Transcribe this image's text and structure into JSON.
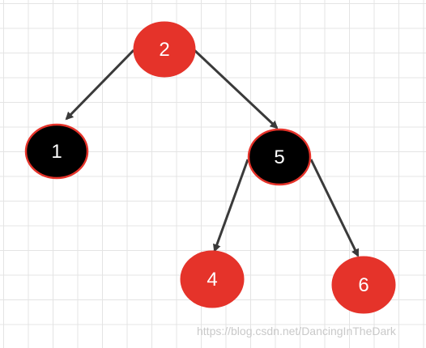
{
  "diagram": {
    "type": "tree",
    "nodes": [
      {
        "id": "n2",
        "label": "2",
        "color": "red"
      },
      {
        "id": "n1",
        "label": "1",
        "color": "black"
      },
      {
        "id": "n5",
        "label": "5",
        "color": "black"
      },
      {
        "id": "n4",
        "label": "4",
        "color": "red"
      },
      {
        "id": "n6",
        "label": "6",
        "color": "red"
      }
    ],
    "edges": [
      {
        "from": "n2",
        "to": "n1"
      },
      {
        "from": "n2",
        "to": "n5"
      },
      {
        "from": "n5",
        "to": "n4"
      },
      {
        "from": "n5",
        "to": "n6"
      }
    ]
  },
  "colors": {
    "red_fill": "#e5332a",
    "black_fill": "#000000",
    "node_outline": "#e5332a",
    "arrow": "#3a3a3a",
    "grid": "#e4e4e4",
    "label": "#ffffff"
  },
  "watermark": "https://blog.csdn.net/DancingInTheDark"
}
